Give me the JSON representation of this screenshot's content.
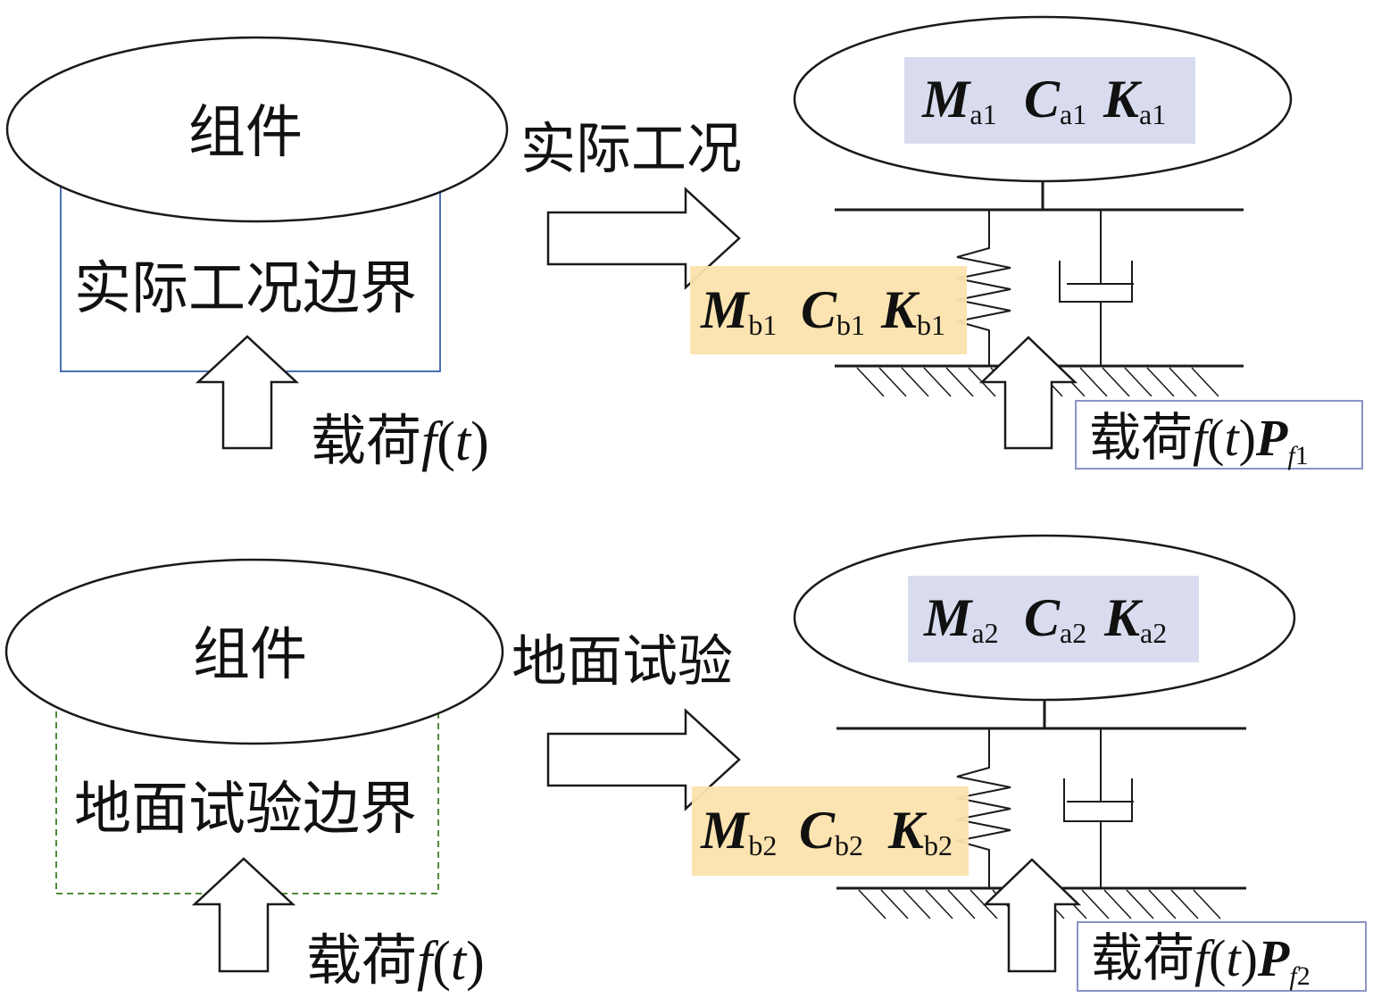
{
  "colors": {
    "line": "#1a1a1a",
    "real_boundary_border": "#4a6fb5",
    "ground_boundary_border": "#4f8a3a",
    "upper_param_fill": "#d8dcee",
    "lower_param_fill": "#fbe3ad",
    "load_box_border": "#8a94c4"
  },
  "top_case": {
    "component_label": "组件",
    "boundary_label": "实际工况边界",
    "load_label": "载荷",
    "load_func": "f",
    "load_var": "t",
    "arrow_label": "实际工况",
    "upper_params": [
      {
        "symbol": "M",
        "sub": "a1"
      },
      {
        "symbol": "C",
        "sub": "a1"
      },
      {
        "symbol": "K",
        "sub": "a1"
      }
    ],
    "lower_params": [
      {
        "symbol": "M",
        "sub": "b1"
      },
      {
        "symbol": "C",
        "sub": "b1"
      },
      {
        "symbol": "K",
        "sub": "b1"
      }
    ],
    "model_load": {
      "prefix": "载荷",
      "func": "f",
      "var": "t",
      "symbol": "P",
      "sub_f": "f",
      "sub_n": "1"
    }
  },
  "bottom_case": {
    "component_label": "组件",
    "boundary_label": "地面试验边界",
    "load_label": "载荷",
    "load_func": "f",
    "load_var": "t",
    "arrow_label": "地面试验",
    "upper_params": [
      {
        "symbol": "M",
        "sub": "a2"
      },
      {
        "symbol": "C",
        "sub": "a2"
      },
      {
        "symbol": "K",
        "sub": "a2"
      }
    ],
    "lower_params": [
      {
        "symbol": "M",
        "sub": "b2"
      },
      {
        "symbol": "C",
        "sub": "b2"
      },
      {
        "symbol": "K",
        "sub": "b2"
      }
    ],
    "model_load": {
      "prefix": "载荷",
      "func": "f",
      "var": "t",
      "symbol": "P",
      "sub_f": "f",
      "sub_n": "2"
    }
  }
}
